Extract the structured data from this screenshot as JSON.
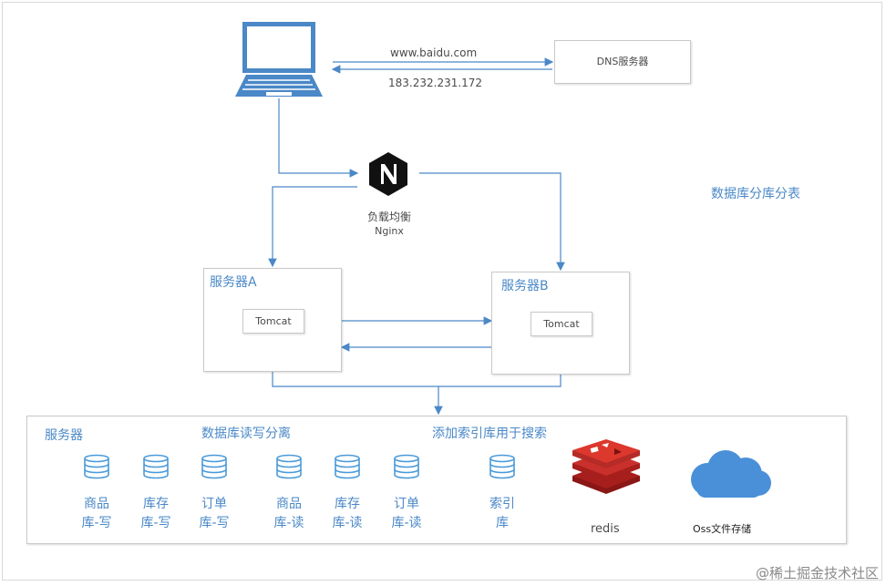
{
  "top": {
    "request_label": "www.baidu.com",
    "response_label": "183.232.231.172",
    "dns_box": "DNS服务器"
  },
  "nginx": {
    "label_line1": "负载均衡",
    "label_line2": "Nginx"
  },
  "side_note": "数据库分库分表",
  "server_a": {
    "title": "服务器A",
    "tomcat": "Tomcat"
  },
  "server_b": {
    "title": "服务器B",
    "tomcat": "Tomcat"
  },
  "bottom": {
    "section_servers": "服务器",
    "section_rw": "数据库读写分离",
    "section_index": "添加索引库用于搜索",
    "databases": [
      {
        "line1": "商品",
        "line2": "库-写"
      },
      {
        "line1": "库存",
        "line2": "库-写"
      },
      {
        "line1": "订单",
        "line2": "库-写"
      },
      {
        "line1": "商品",
        "line2": "库-读"
      },
      {
        "line1": "库存",
        "line2": "库-读"
      },
      {
        "line1": "订单",
        "line2": "库-读"
      },
      {
        "line1": "索引",
        "line2": "库"
      }
    ],
    "redis_label": "redis",
    "oss_label": "Oss文件存储"
  },
  "watermark": "@稀土掘金技术社区",
  "colors": {
    "line": "#4a88c7",
    "computer": "#4a88c7",
    "nginx_bg": "#111111",
    "redis": "#c9302c",
    "cloud": "#4a90d9"
  }
}
